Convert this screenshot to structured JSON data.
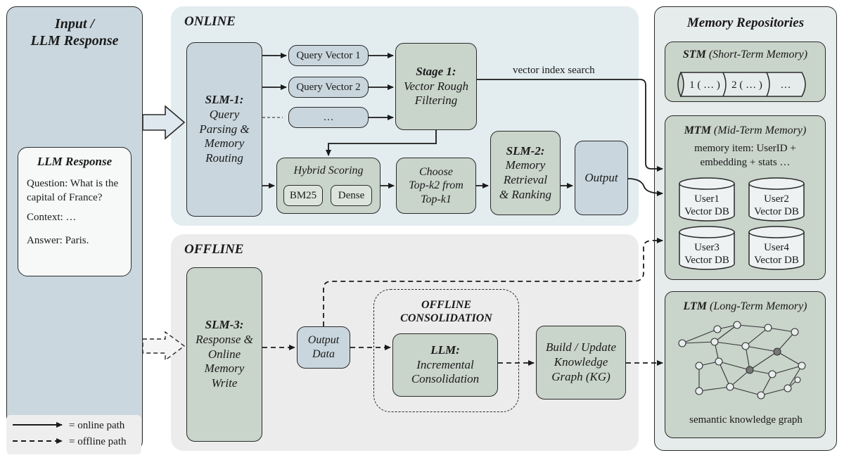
{
  "input_panel": {
    "title_line1": "Input /",
    "title_line2": "LLM Response"
  },
  "llm_response": {
    "title": "LLM Response",
    "question": "Question: What is the capital of France?",
    "context": "Context: …",
    "answer": "Answer: Paris."
  },
  "online": {
    "title": "ONLINE",
    "slm1": {
      "title": "SLM-1:",
      "l1": "Query",
      "l2": "Parsing &",
      "l3": "Memory",
      "l4": "Routing"
    },
    "query_vector_1": "Query Vector 1",
    "query_vector_2": "Query Vector 2",
    "query_vector_more": "…",
    "stage1": {
      "title": "Stage 1:",
      "l1": "Vector Rough",
      "l2": "Filtering"
    },
    "vector_index_search": "vector index search",
    "hybrid": {
      "title": "Hybrid Scoring",
      "bm25": "BM25",
      "dense": "Dense"
    },
    "choose": {
      "l1": "Choose",
      "l2": "Top-k2 from",
      "l3": "Top-k1"
    },
    "slm2": {
      "title": "SLM-2:",
      "l1": "Memory",
      "l2": "Retrieval",
      "l3": "& Ranking"
    },
    "output": "Output"
  },
  "offline": {
    "title": "OFFLINE",
    "slm3": {
      "title": "SLM-3:",
      "l1": "Response &",
      "l2": "Online",
      "l3": "Memory",
      "l4": "Write"
    },
    "output_data": {
      "l1": "Output",
      "l2": "Data"
    },
    "consolidation": {
      "l1": "OFFLINE",
      "l2": "CONSOLIDATION"
    },
    "llm": {
      "title": "LLM:",
      "l1": "Incremental",
      "l2": "Consolidation"
    },
    "kg": {
      "l1": "Build / Update",
      "l2": "Knowledge",
      "l3": "Graph (KG)"
    }
  },
  "repositories": {
    "title": "Memory Repositories",
    "stm": {
      "abbr": "STM",
      "full": "(Short-Term Memory)",
      "cell1": "1 ( … )",
      "cell2": "2 ( … )",
      "cell3": "…"
    },
    "mtm": {
      "abbr": "MTM",
      "full": "(Mid-Term Memory)",
      "desc1": "memory item: UserID +",
      "desc2": "embedding + stats …",
      "dbs": [
        {
          "user": "User1",
          "db": "Vector DB"
        },
        {
          "user": "User2",
          "db": "Vector DB"
        },
        {
          "user": "User3",
          "db": "Vector DB"
        },
        {
          "user": "User4",
          "db": "Vector DB"
        }
      ]
    },
    "ltm": {
      "abbr": "LTM",
      "full": "(Long-Term Memory)",
      "caption": "semantic knowledge graph"
    }
  },
  "legend": {
    "online": "= online path",
    "offline": "= offline path"
  }
}
